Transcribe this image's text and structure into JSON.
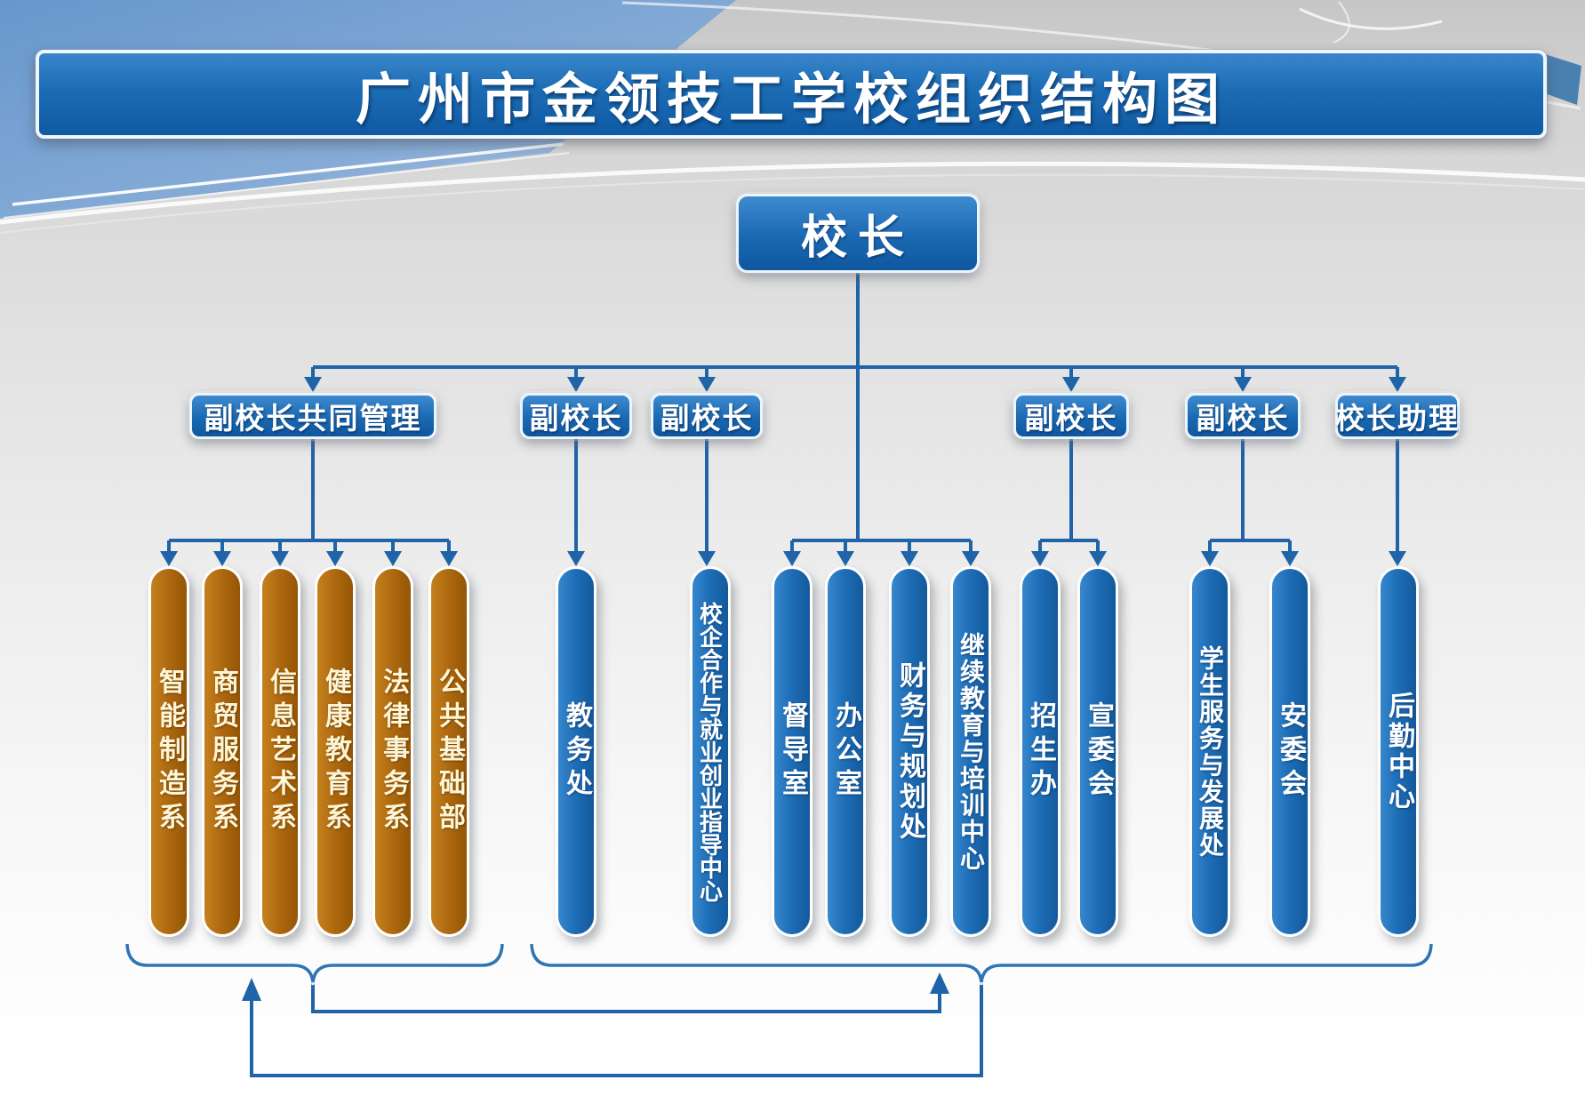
{
  "title": "广州市金领技工学校组织结构图",
  "principal": {
    "label": "校长"
  },
  "managers": [
    {
      "label": "副校长共同管理"
    },
    {
      "label": "副校长"
    },
    {
      "label": "副校长"
    },
    {
      "label": "副校长"
    },
    {
      "label": "副校长"
    },
    {
      "label": "校长助理"
    }
  ],
  "departments": {
    "academic": [
      {
        "label": "智能制造系"
      },
      {
        "label": "商贸服务系"
      },
      {
        "label": "信息艺术系"
      },
      {
        "label": "健康教育系"
      },
      {
        "label": "法律事务系"
      },
      {
        "label": "公共基础部"
      }
    ],
    "administrative": [
      {
        "label": "教务处"
      },
      {
        "label": "校企合作与就业创业指导中心"
      },
      {
        "label": "督导室"
      },
      {
        "label": "办公室"
      },
      {
        "label": "财务与规划处"
      },
      {
        "label": "继续教育与培训中心"
      },
      {
        "label": "招生办"
      },
      {
        "label": "宣委会"
      },
      {
        "label": "学生服务与发展处"
      },
      {
        "label": "安委会"
      },
      {
        "label": "后勤中心"
      }
    ]
  },
  "colors": {
    "banner_blue": "#1b6cb5",
    "node_blue": "#1a69b3",
    "bar_blue": "#1e6fb8",
    "bar_orange": "#b06a10",
    "connector_blue": "#1f64a8",
    "background_gray": "#d9d9d9"
  }
}
